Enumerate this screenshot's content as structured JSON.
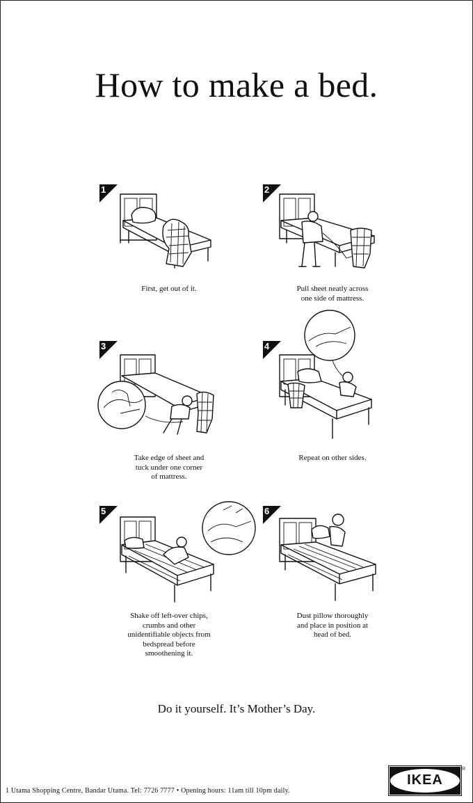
{
  "title": "How to make a bed.",
  "steps": [
    {
      "number": "1",
      "caption": "First, get out of it."
    },
    {
      "number": "2",
      "caption": "Pull sheet neatly across\none side of mattress."
    },
    {
      "number": "3",
      "caption": "Take edge of sheet and\ntuck under one corner\nof mattress."
    },
    {
      "number": "4",
      "caption": "Repeat on other sides."
    },
    {
      "number": "5",
      "caption": "Shake off left-over chips,\ncrumbs and other\nunidentifiable objects from\nbedspread before\nsmoothening it."
    },
    {
      "number": "6",
      "caption": "Dust pillow thoroughly\nand place in position at\nhead of bed."
    }
  ],
  "tagline": "Do it yourself.  It’s Mother’s Day.",
  "footer": "1 Utama Shopping Centre, Bandar Utama. Tel: 7726 7777  •  Opening hours: 11am till 10pm daily.",
  "brand": {
    "name": "IKEA",
    "registered": "®"
  },
  "colors": {
    "ink": "#111111",
    "background": "#ffffff"
  }
}
